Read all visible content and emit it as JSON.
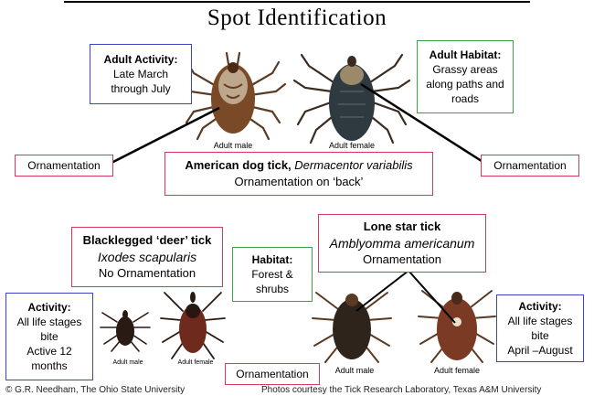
{
  "title": "Spot Identification",
  "american": {
    "activity": {
      "heading": "Adult Activity:",
      "line1": "Late March",
      "line2": "through July"
    },
    "habitat": {
      "heading": "Adult Habitat:",
      "line1": "Grassy areas",
      "line2": "along paths and",
      "line3": "roads"
    },
    "caption_male": "Adult male",
    "caption_female": "Adult female",
    "ornamentation_left": "Ornamentation",
    "ornamentation_right": "Ornamentation",
    "name": "American dog tick,",
    "scientific": "Dermacentor variabilis",
    "note": "Ornamentation on ‘back’"
  },
  "blacklegged": {
    "name": "Blacklegged ‘deer’ tick",
    "scientific": "Ixodes scapularis",
    "note": "No Ornamentation",
    "habitat": {
      "heading": "Habitat:",
      "line1": "Forest &",
      "line2": "shrubs"
    },
    "activity": {
      "heading": "Activity:",
      "line1": "All life stages",
      "line2": "bite",
      "line3": "Active 12",
      "line4": "months"
    },
    "caption_male": "Adult male",
    "caption_female": "Adult female",
    "ornamentation": "Ornamentation"
  },
  "lonestar": {
    "name": "Lone star tick",
    "scientific": "Amblyomma americanum",
    "note": "Ornamentation",
    "activity": {
      "heading": "Activity:",
      "line1": "All life stages",
      "line2": "bite",
      "line3": "April –August"
    },
    "caption_male": "Adult male",
    "caption_female": "Adult female"
  },
  "credits": {
    "left": "© G.R. Needham, The Ohio State University",
    "right": "Photos courtesy the Tick Research Laboratory, Texas A&M University"
  },
  "colors": {
    "blue_border": "#3a44c8",
    "green_border": "#3ca045",
    "red_border": "#d23c5a"
  }
}
